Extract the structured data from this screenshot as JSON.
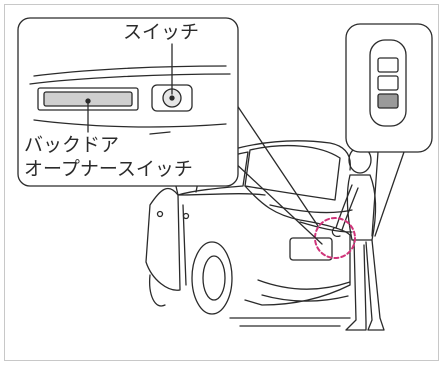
{
  "callouts": {
    "switch_label": "スイッチ",
    "back_door_opener_line1": "バックドア",
    "back_door_opener_line2": "オープナースイッチ"
  },
  "colors": {
    "line": "#2b2b2b",
    "highlight_circle": "#d0347a",
    "frame_border": "#c8c8c8"
  }
}
